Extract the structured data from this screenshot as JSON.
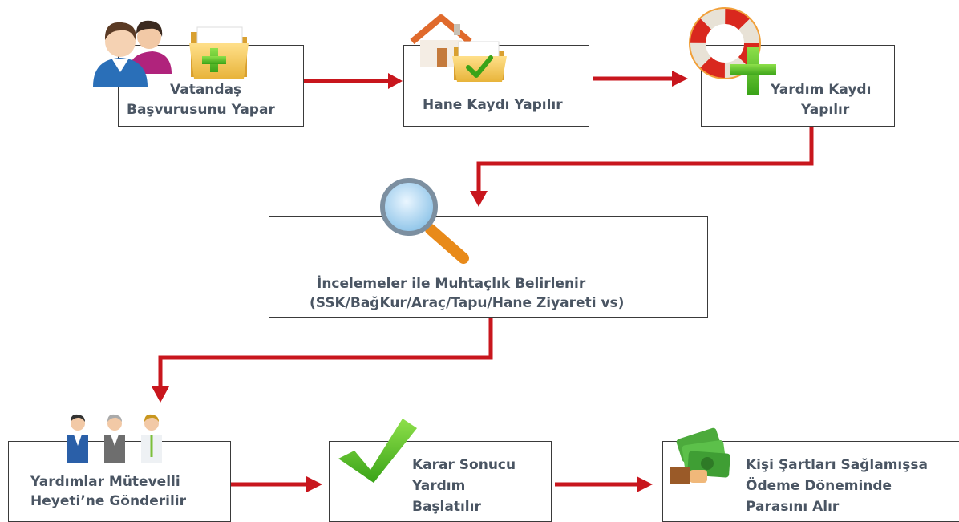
{
  "steps": {
    "s1": {
      "line1": "Vatandaş",
      "line2": "Başvurusunu Yapar"
    },
    "s2": {
      "line1": "Hane Kaydı Yapılır"
    },
    "s3": {
      "line1": "Yardım Kaydı",
      "line2": "Yapılır"
    },
    "s4": {
      "line1": "İncelemeler ile Muhtaçlık Belirlenir",
      "line2": "(SSK/BağKur/Araç/Tapu/Hane Ziyareti vs)"
    },
    "s5": {
      "line1": "Yardımlar Mütevelli",
      "line2": "Heyeti’ne Gönderilir"
    },
    "s6": {
      "line1": "Karar Sonucu",
      "line2": "Yardım",
      "line3": "Başlatılır"
    },
    "s7": {
      "line1": "Kişi Şartları Sağlamışsa",
      "line2": "Ödeme Döneminde",
      "line3": "Parasını Alır"
    }
  },
  "colors": {
    "arrow": "#c8161d",
    "text": "#4a5563",
    "border": "#3a3a3a"
  },
  "icons": [
    "people-icon",
    "folder-add-icon",
    "house-icon",
    "folder-check-icon",
    "lifebuoy-icon",
    "plus-icon",
    "magnifier-icon",
    "committee-icon",
    "checkmark-icon",
    "money-icon"
  ]
}
